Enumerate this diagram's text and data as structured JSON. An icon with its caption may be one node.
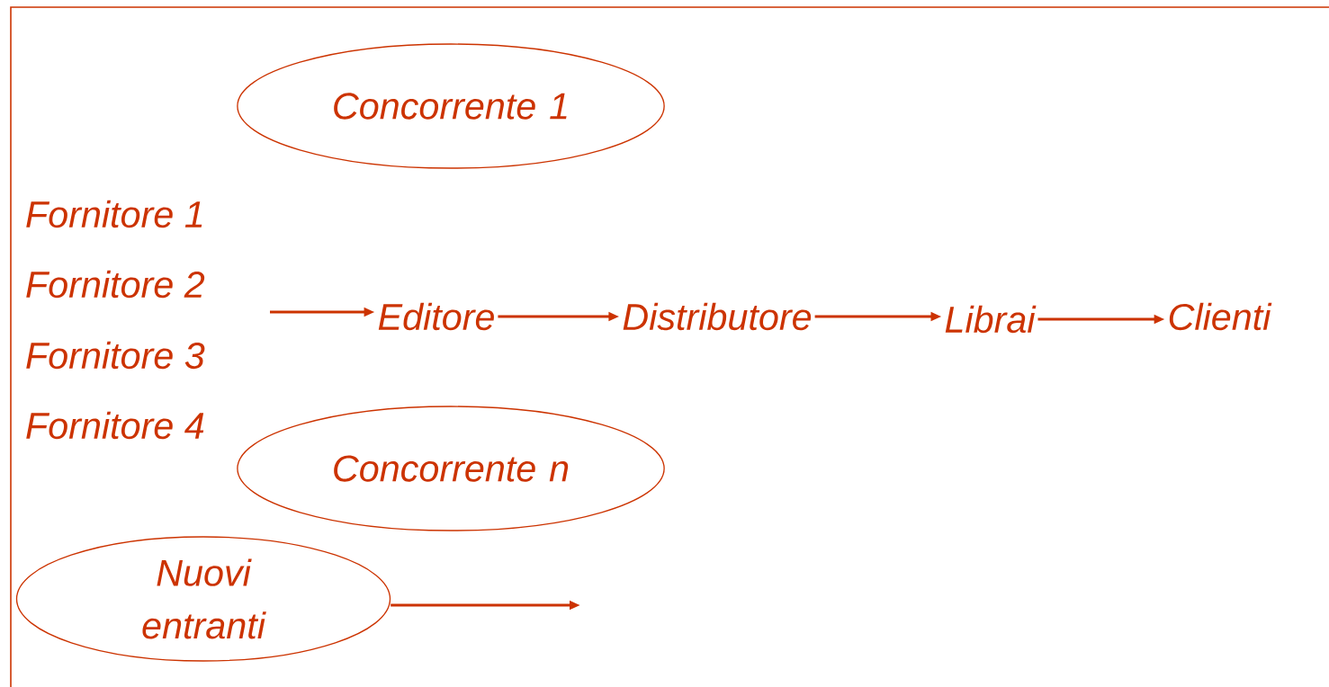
{
  "diagram": {
    "nodes": [
      {
        "text": [
          "Concorrente 1"
        ]
      },
      {
        "text": [
          "Fornitore 1"
        ]
      },
      {
        "text": [
          "Fornitore 2"
        ]
      },
      {
        "text": [
          "Fornitore 3"
        ]
      },
      {
        "text": [
          "Fornitore 4"
        ]
      },
      {
        "text": [
          "Editore"
        ]
      },
      {
        "text": [
          "Distributore"
        ]
      },
      {
        "text": [
          "Librai"
        ]
      },
      {
        "text": [
          "Clienti"
        ]
      },
      {
        "text": [
          "Concorrente n"
        ]
      },
      {
        "text": [
          "Nuovi entranti"
        ]
      }
    ],
    "edges": [
      {
        "from": null,
        "to": 5,
        "arrow": "to"
      },
      {
        "from": 5,
        "to": 6,
        "arrow": "to"
      },
      {
        "from": 6,
        "to": 7,
        "arrow": "to"
      },
      {
        "from": 7,
        "to": 8,
        "arrow": "to"
      },
      {
        "from": 10,
        "to": null,
        "arrow": "to"
      }
    ]
  }
}
